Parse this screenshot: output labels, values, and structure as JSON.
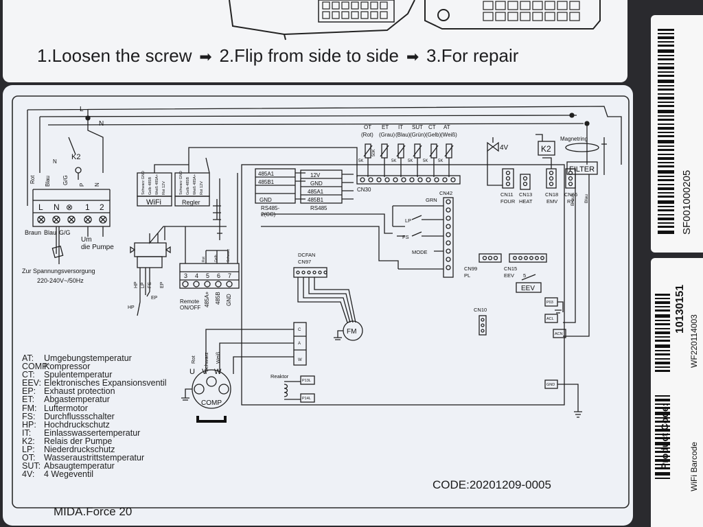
{
  "instructions": {
    "step1": "1.Loosen the screw",
    "step2": "2.Flip from side to side",
    "step3": "3.For repair",
    "arrow": "➡"
  },
  "diagram": {
    "power": {
      "terminals": [
        "L",
        "N",
        "⊗",
        "1",
        "2"
      ],
      "labels_top": [
        "Rot",
        "Blau",
        "N",
        "G/G",
        "P",
        "N"
      ],
      "labels_bottom": [
        "Braun",
        "Blau",
        "G/G"
      ],
      "pump_label": "Um\ndie Pumpe",
      "supply_line1": "Zur Spannungsversorgung",
      "supply_line2": "220-240V~/50Hz",
      "k2": "K2",
      "line_L": "L",
      "line_N": "N"
    },
    "wifi": {
      "label": "WiFi",
      "wires": [
        "Schwarz GND",
        "Gelb 485B",
        "Weiß 485A+",
        "Rot 12V"
      ]
    },
    "regler": {
      "label": "Regler",
      "wires": [
        "Schwarz GND",
        "Gelb 485B",
        "Weiß 485A+",
        "Rot 12V"
      ]
    },
    "rs485_cc": {
      "rows": [
        "485A1",
        "485B1",
        "",
        "GND"
      ],
      "label": "RS485-\n2(CC)"
    },
    "rs485": {
      "rows": [
        "12V",
        "GND",
        "485A1",
        "485B1"
      ],
      "label": "RS485"
    },
    "sensors": {
      "codes": [
        "OT",
        "ET",
        "IT",
        "SUT",
        "CT",
        "AT"
      ],
      "colors": [
        "(Rot)",
        "(Grau)",
        "(Blau)",
        "(Grün)",
        "(Gelb)",
        "(Weiß)"
      ],
      "values": [
        "5K",
        "50K",
        "5K",
        "5K",
        "5K",
        "5K"
      ],
      "connector": "CN30"
    },
    "four_way": {
      "label": "4V"
    },
    "connectors": {
      "cn11": "CN11",
      "cn11_sub": "FOUR",
      "cn13": "CN13",
      "cn13_sub": "HEAT",
      "cn18": "CN18",
      "cn18_sub": "EMV",
      "cn66": "CN66",
      "cn66_sub": "RY",
      "cn42": "CN42",
      "grn": "GRN",
      "cn99": "CN99",
      "cn99_sub": "PL",
      "cn15": "CN15",
      "cn15_sub": "EEV",
      "cn10": "CN10"
    },
    "k2_relay": "K2",
    "magnetring": "Magnetring",
    "filter": "FILTER",
    "filter_wires": [
      "Braun",
      "Blau"
    ],
    "switches": {
      "lp": "LP",
      "fs": "FS",
      "mode": "MODE"
    },
    "dcfan": {
      "line1": "DCFAN",
      "line2": "CN97",
      "motor": "FM"
    },
    "hp_block": {
      "labels": [
        "HP",
        "LP",
        "FS",
        "EP"
      ],
      "hp": "HP",
      "ep": "EP"
    },
    "remote": {
      "numbers": [
        "3",
        "4",
        "5",
        "6",
        "7"
      ],
      "labels": [
        "Remote\nON/OFF",
        "485A+",
        "485B",
        "GND"
      ],
      "wire_labels": [
        "Rot",
        "Gelb",
        "Schwarz"
      ]
    },
    "eev": {
      "label": "EEV",
      "pin": "5"
    },
    "board_pins": [
      "P03",
      "ACL",
      "ACN",
      "GND"
    ],
    "compressor": {
      "terminals": [
        "C",
        "A",
        "W"
      ],
      "wire_colors": [
        "Rot",
        "Schwarz",
        "Weiß"
      ],
      "phases": [
        "U",
        "V",
        "W"
      ],
      "label": "COMP"
    },
    "reaktor": {
      "label": "Reaktor",
      "pins": [
        "P13L",
        "P14L"
      ]
    }
  },
  "legend": [
    {
      "abbr": "AT:",
      "text": "Umgebungstemperatur"
    },
    {
      "abbr": "COMP:",
      "text": "Kompressor"
    },
    {
      "abbr": "CT:",
      "text": "Spulentemperatur"
    },
    {
      "abbr": "EEV:",
      "text": "Elektronisches Expansionsventil"
    },
    {
      "abbr": "EP:",
      "text": "Exhaust protection"
    },
    {
      "abbr": "ET:",
      "text": "Abgastemperatur"
    },
    {
      "abbr": "FM:",
      "text": "Luftermotor"
    },
    {
      "abbr": "FS:",
      "text": "Durchflussschalter"
    },
    {
      "abbr": "HP:",
      "text": "Hochdruckschutz"
    },
    {
      "abbr": "IT:",
      "text": "Einlasswassertemperatur"
    },
    {
      "abbr": "K2:",
      "text": "Relais der Pumpe"
    },
    {
      "abbr": "LP:",
      "text": "Niederdruckschutz"
    },
    {
      "abbr": "OT:",
      "text": "Wasseraustrittstemperatur"
    },
    {
      "abbr": "SUT:",
      "text": "Absaugtemperatur"
    },
    {
      "abbr": "4V:",
      "text": "4 Wegeventil"
    }
  ],
  "footer": {
    "model": "MIDA.Force 20",
    "code": "CODE:20201209-0005"
  },
  "right_labels": {
    "label1_digits": "SF001000205",
    "label2_product_code": "Product Code:",
    "label2_number": "10130151",
    "label2_serial": "WF220114003",
    "label2_partial": "WiFi Barcode"
  }
}
